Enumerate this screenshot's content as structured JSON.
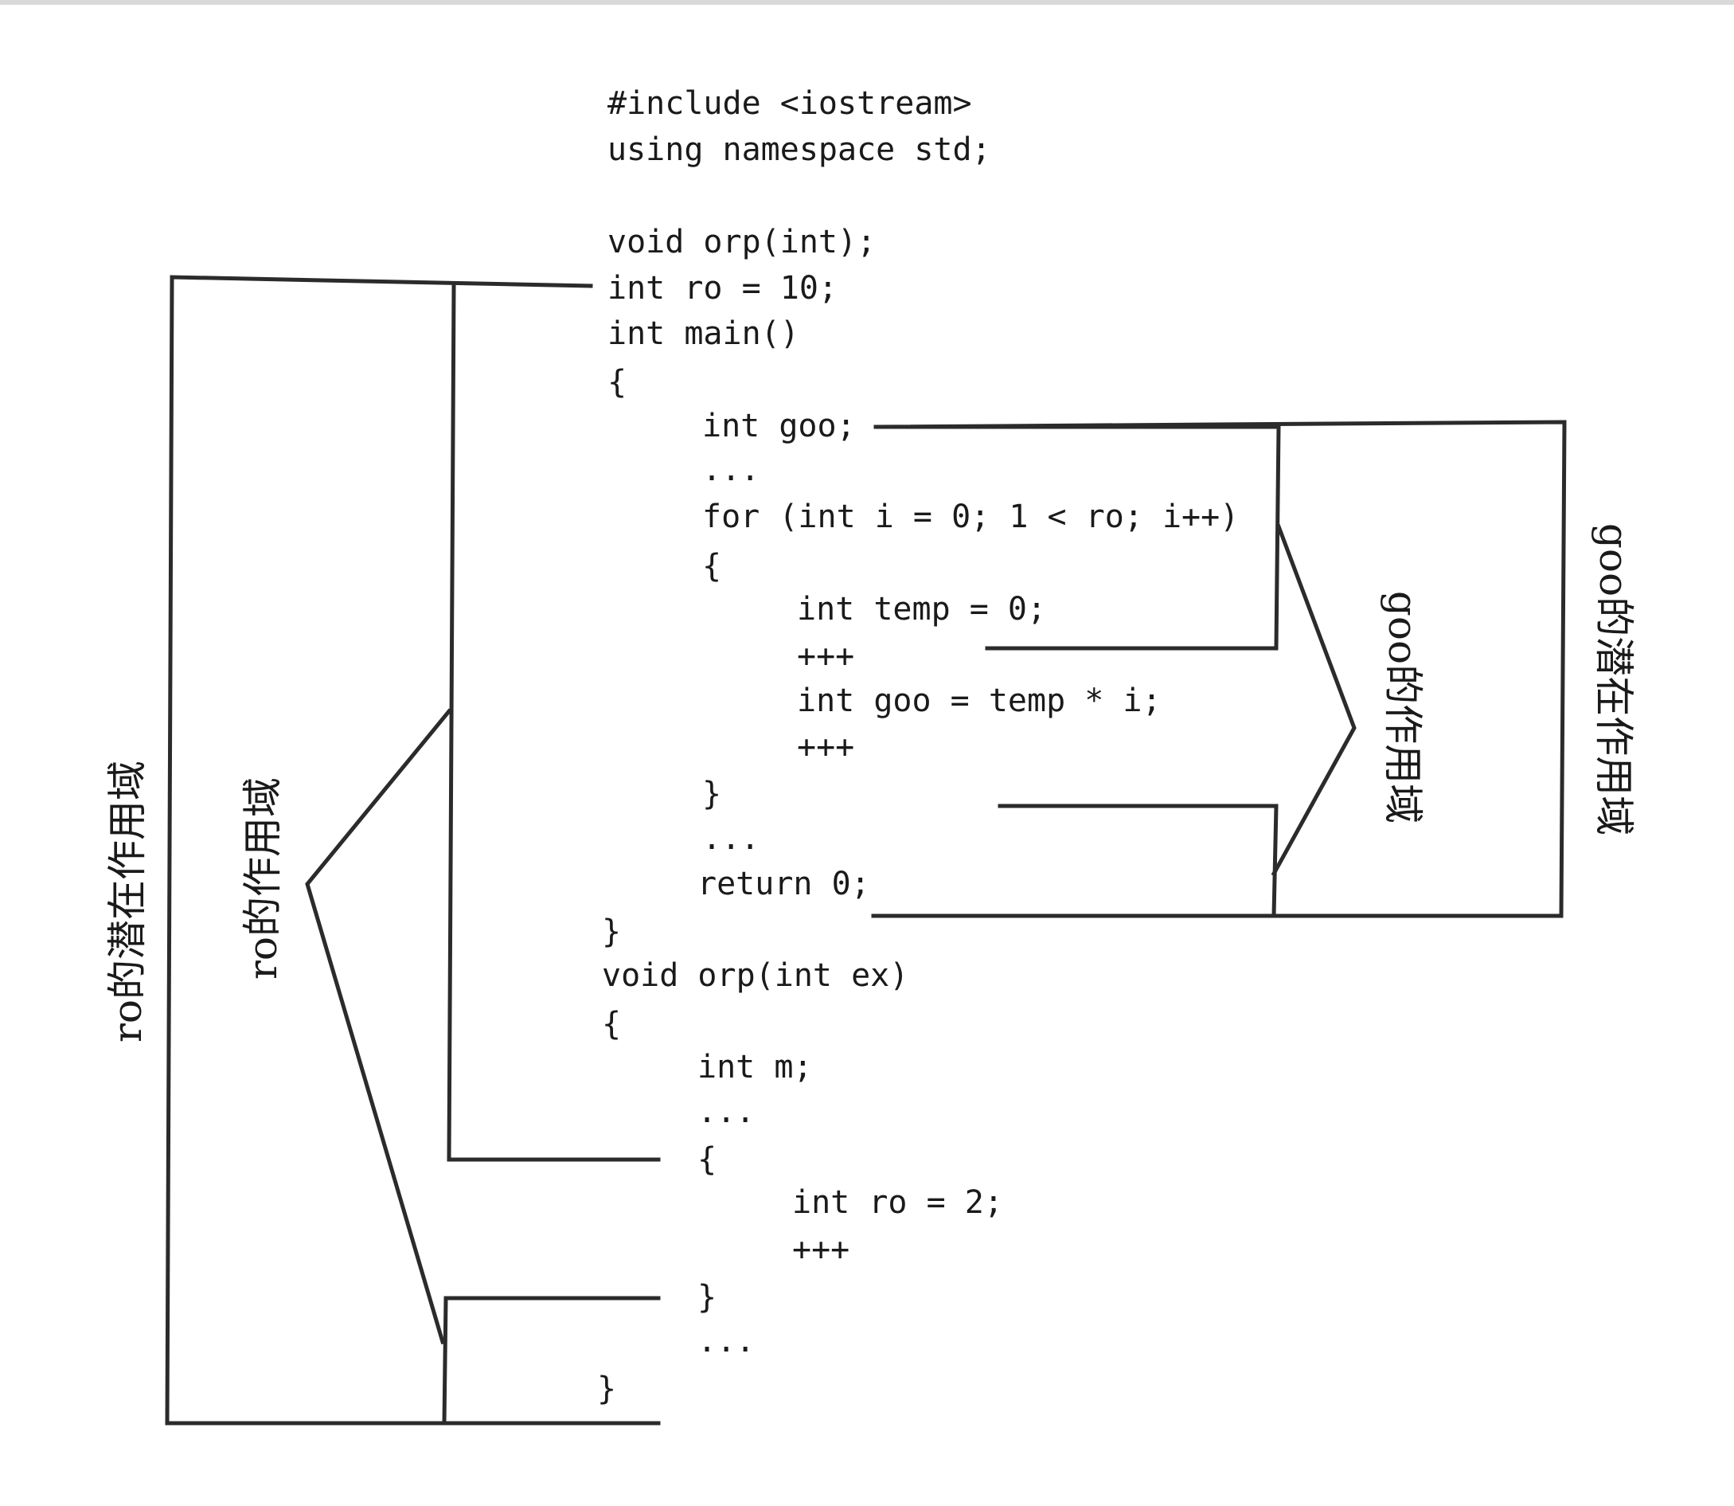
{
  "code_lines": [
    "#include <iostream>",
    "using namespace std;",
    "void orp(int);",
    "int ro = 10;",
    "int main()",
    "{",
    "int goo;",
    "...",
    "for (int i = 0; 1 < ro; i++)",
    "{",
    "int temp = 0;",
    "+++",
    "int goo = temp * i;",
    "+++",
    "}",
    "...",
    "return 0;",
    "}",
    "void orp(int ex)",
    "{",
    "int m;",
    "...",
    "{",
    "int ro = 2;",
    "+++",
    "}",
    "...",
    "}"
  ],
  "labels": {
    "ro_potential_scope": "ro的潜在作用域",
    "ro_scope": "ro的作用域",
    "goo_scope": "goo的作用域",
    "goo_potential_scope": "goo的潜在作用域"
  },
  "colors": {
    "line": "#2b2b2b",
    "text": "#1a1a1a",
    "background": "#ffffff"
  }
}
